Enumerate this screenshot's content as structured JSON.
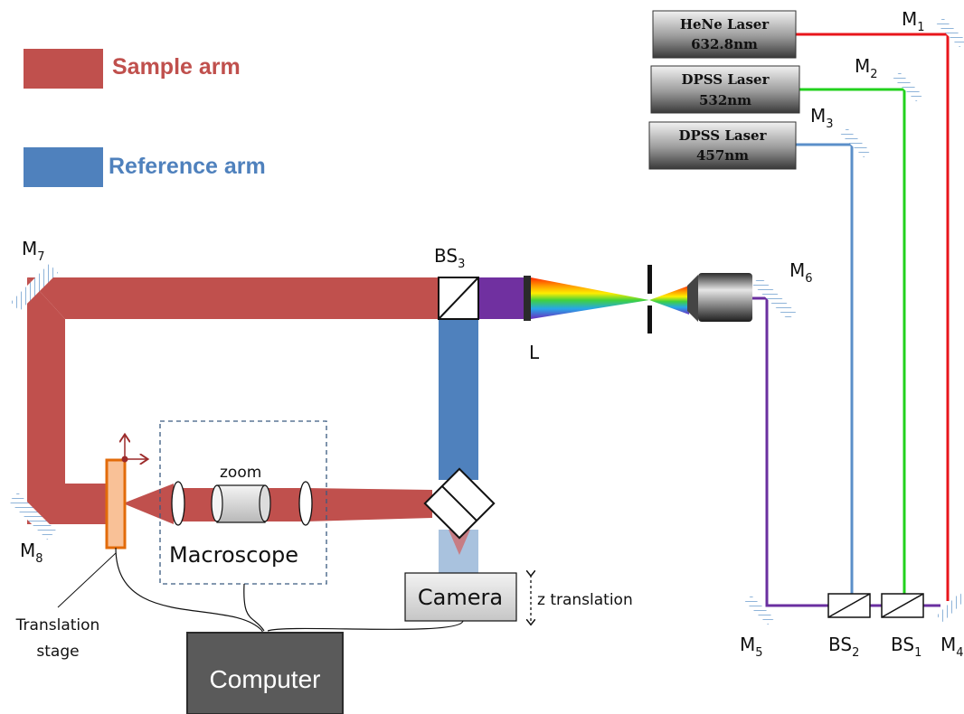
{
  "legend": {
    "sample_arm": "Sample arm",
    "reference_arm": "Reference arm"
  },
  "lasers": [
    {
      "name": "HeNe Laser",
      "wavelength": "632.8nm",
      "color": "#e8161b"
    },
    {
      "name": "DPSS Laser",
      "wavelength": "532nm",
      "color": "#22d11d"
    },
    {
      "name": "DPSS Laser",
      "wavelength": "457nm",
      "color": "#5b8fc9"
    }
  ],
  "mirrors": {
    "m1": "M",
    "m1_sub": "1",
    "m2": "M",
    "m2_sub": "2",
    "m3": "M",
    "m3_sub": "3",
    "m4": "M",
    "m4_sub": "4",
    "m5": "M",
    "m5_sub": "5",
    "m6": "M",
    "m6_sub": "6",
    "m7": "M",
    "m7_sub": "7",
    "m8": "M",
    "m8_sub": "8"
  },
  "beamsplitters": {
    "bs1": "BS",
    "bs1_sub": "1",
    "bs2": "BS",
    "bs2_sub": "2",
    "bs3": "BS",
    "bs3_sub": "3"
  },
  "labels": {
    "lens": "L",
    "zoom": "zoom",
    "macroscope": "Macroscope",
    "camera": "Camera",
    "z_translation": "z translation",
    "translation_stage_line1": "Translation",
    "translation_stage_line2": "stage",
    "computer": "Computer"
  },
  "colors": {
    "sample_arm": "#c0504d",
    "reference_arm": "#4f81bd",
    "combined": "#7030a0",
    "purple_line": "#6a2fa0"
  }
}
